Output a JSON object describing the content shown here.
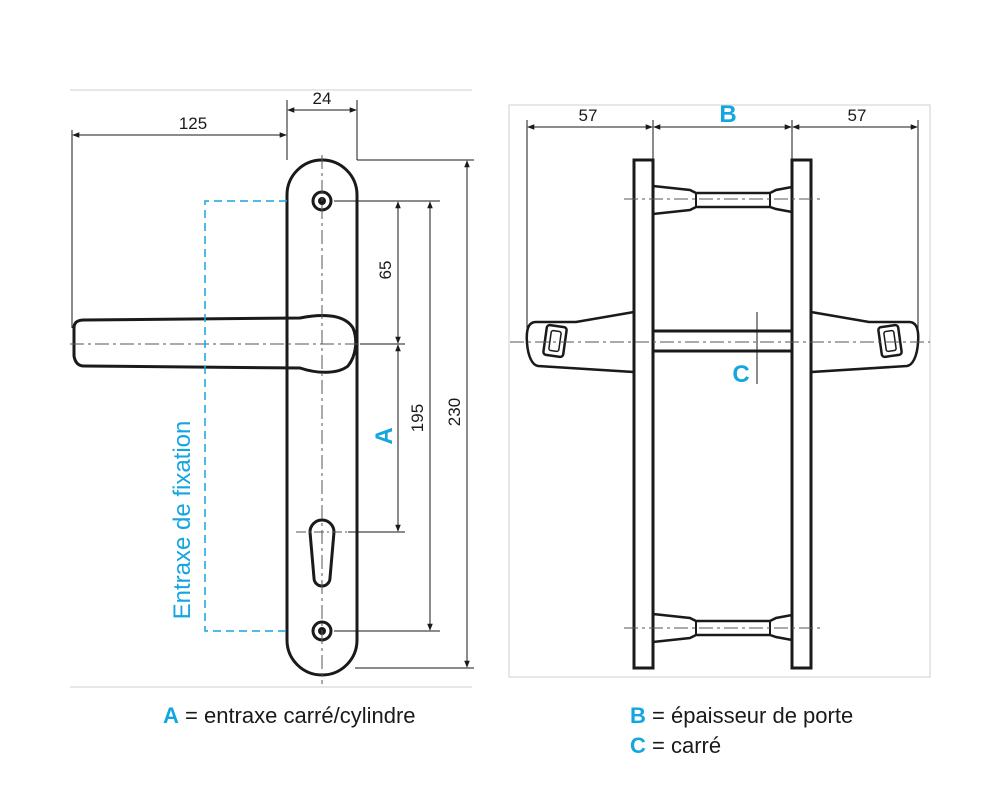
{
  "left_view": {
    "dims": {
      "width_total": "125",
      "plate_width": "24",
      "top_hole_to_square": "65",
      "hole_to_hole": "195",
      "plate_height": "230"
    },
    "label_A": "A",
    "label_fixation": "Entraxe de fixation"
  },
  "right_view": {
    "dims": {
      "left_handle": "57",
      "right_handle": "57"
    },
    "label_B": "B",
    "label_C": "C"
  },
  "legend": [
    {
      "key": "A",
      "text": "= entraxe carré/cylindre"
    },
    {
      "key": "B",
      "text": "= épaisseur de porte"
    },
    {
      "key": "C",
      "text": "= carré"
    }
  ],
  "colors": {
    "accent": "#13a6df",
    "ink": "#1a1a1a"
  }
}
